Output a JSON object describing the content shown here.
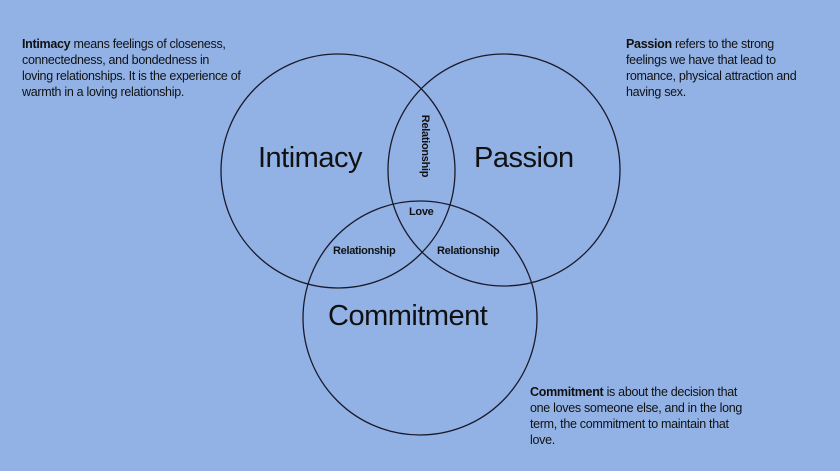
{
  "notes": {
    "intimacy": {
      "keyword": "Intimacy",
      "text": " means feelings of closeness, connectedness, and bondedness in loving relationships. It is the experience of warmth in a loving relationship."
    },
    "passion": {
      "keyword": "Passion",
      "text": " refers to the strong feelings we have that lead to romance, physical attraction and having sex."
    },
    "commitment": {
      "keyword": "Commitment",
      "text": " is about the decision that one loves someone else, and in the long term, the commitment to maintain that love."
    }
  },
  "circles": {
    "intimacy": "Intimacy",
    "passion": "Passion",
    "commitment": "Commitment"
  },
  "overlaps": {
    "intimacy_passion": "Relationship",
    "intimacy_commitment": "Relationship",
    "passion_commitment": "Relationship",
    "center": "Love"
  }
}
